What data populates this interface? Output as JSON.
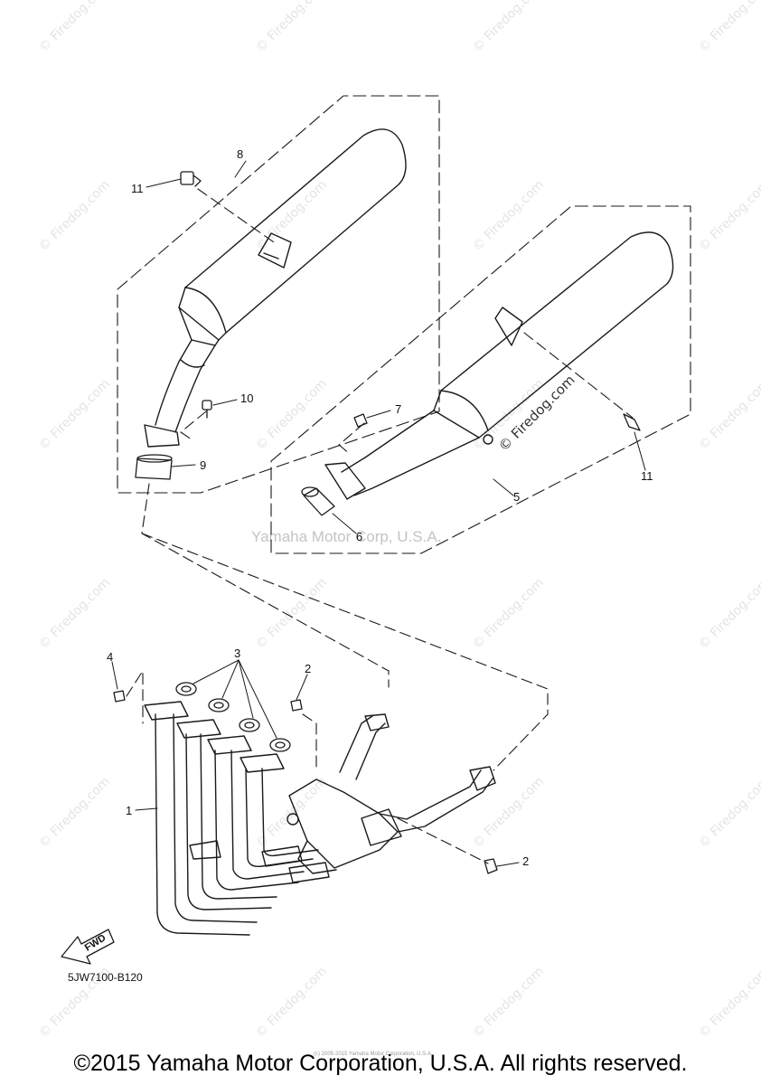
{
  "watermark": {
    "text": "© Firedog.com",
    "diagonal_text": "© Firedog.com",
    "center_text": "Yamaha Motor Corp, U.S.A."
  },
  "callouts": {
    "c1": "1",
    "c2a": "2",
    "c2b": "2",
    "c3": "3",
    "c4": "4",
    "c5": "5",
    "c6": "6",
    "c7": "7",
    "c8": "8",
    "c9": "9",
    "c10": "10",
    "c11a": "11",
    "c11b": "11"
  },
  "fwd_label": "FWD",
  "diagram_code": "5JW7100-B120",
  "tiny_print": "(c) 2005-2015 Yamaha Motor Corporation, U.S.A.",
  "copyright": "©2015 Yamaha Motor Corporation, U.S.A. All rights reserved.",
  "colors": {
    "line": "#1a1a1a",
    "watermark": "#e4e4e4"
  }
}
